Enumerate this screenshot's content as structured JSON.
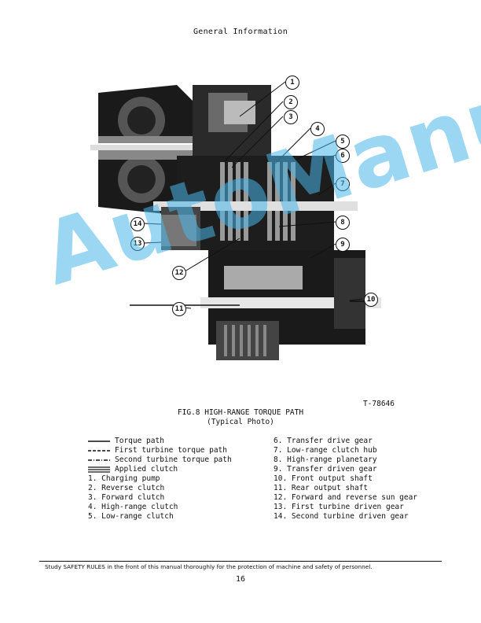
{
  "header": {
    "title": "General Information"
  },
  "figure": {
    "callouts": [
      "1",
      "2",
      "3",
      "4",
      "5",
      "6",
      "7",
      "8",
      "9",
      "10",
      "11",
      "12",
      "13",
      "14"
    ],
    "photo_number": "T-78646",
    "caption_line1": "FIG.8  HIGH-RANGE TORQUE PATH",
    "caption_line2": "(Typical Photo)"
  },
  "watermark": {
    "text": "AutoManual",
    "color": "#4ab6e8"
  },
  "legend_left": [
    {
      "symbol": "solid",
      "text": "Torque path"
    },
    {
      "symbol": "dashed",
      "text": "First turbine torque path"
    },
    {
      "symbol": "dashdot",
      "text": "Second turbine torque path"
    },
    {
      "symbol": "applied",
      "text": "Applied clutch"
    },
    {
      "symbol": "",
      "text": "1. Charging pump"
    },
    {
      "symbol": "",
      "text": "2. Reverse clutch"
    },
    {
      "symbol": "",
      "text": "3. Forward clutch"
    },
    {
      "symbol": "",
      "text": "4. High-range clutch"
    },
    {
      "symbol": "",
      "text": "5. Low-range clutch"
    }
  ],
  "legend_right": [
    "6. Transfer drive gear",
    "7. Low-range clutch hub",
    "8. High-range planetary",
    "9. Transfer driven gear",
    "10. Front output shaft",
    "11. Rear output shaft",
    "12. Forward and reverse sun gear",
    "13. First turbine driven gear",
    "14. Second turbine driven gear"
  ],
  "footer": {
    "notice": "Study SAFETY RULES in the front of this manual thoroughly for the protection of machine and safety of personnel.",
    "page": "16"
  }
}
